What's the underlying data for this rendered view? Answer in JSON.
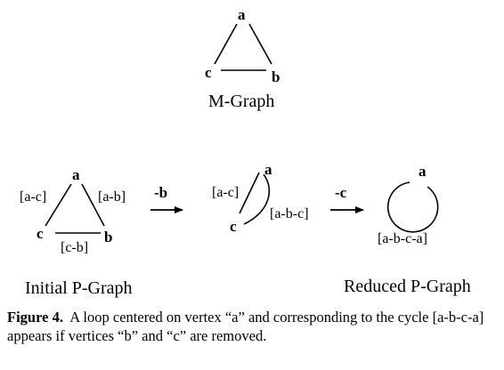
{
  "m_graph": {
    "nodes": [
      "a",
      "b",
      "c"
    ],
    "title": "M-Graph"
  },
  "initial_p_graph": {
    "nodes": [
      "a",
      "b",
      "c"
    ],
    "edge_labels": [
      "[a-c]",
      "[a-b]",
      "[c-b]"
    ],
    "title": "Initial P-Graph"
  },
  "step1": {
    "operation": "-b"
  },
  "intermediate_graph": {
    "nodes": [
      "a",
      "c"
    ],
    "edge_labels": [
      "[a-c]",
      "[a-b-c]"
    ]
  },
  "step2": {
    "operation": "-c"
  },
  "reduced_p_graph": {
    "node": "a",
    "loop_label": "[a-b-c-a]",
    "title": "Reduced P-Graph"
  },
  "caption": {
    "label": "Figure 4.",
    "text": "A loop centered on vertex “a” and corresponding to the cycle [a-b-c-a] appears if vertices “b” and “c” are removed."
  }
}
